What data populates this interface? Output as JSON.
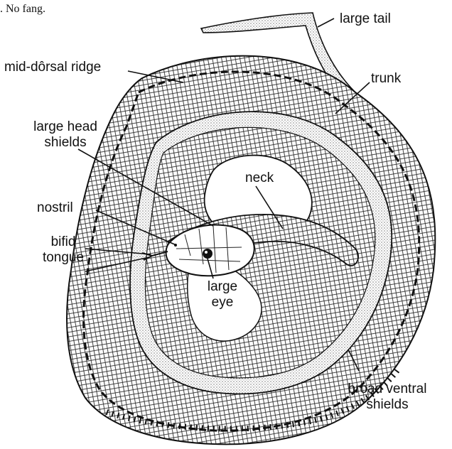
{
  "caption": ". No fang.",
  "labels": {
    "large_tail": "large  tail",
    "mid_dorsal_ridge": "mid-dôrsal  ridge",
    "trunk": "trunk",
    "large_head_shields_1": "large head",
    "large_head_shields_2": "shields",
    "neck": "neck",
    "nostril": "nostril",
    "bifid_1": "bifid",
    "bifid_2": "tongue",
    "large_eye_1": "large",
    "large_eye_2": "eye",
    "broad_ventral_1": "broad  ventral",
    "broad_ventral_2": "shields"
  }
}
